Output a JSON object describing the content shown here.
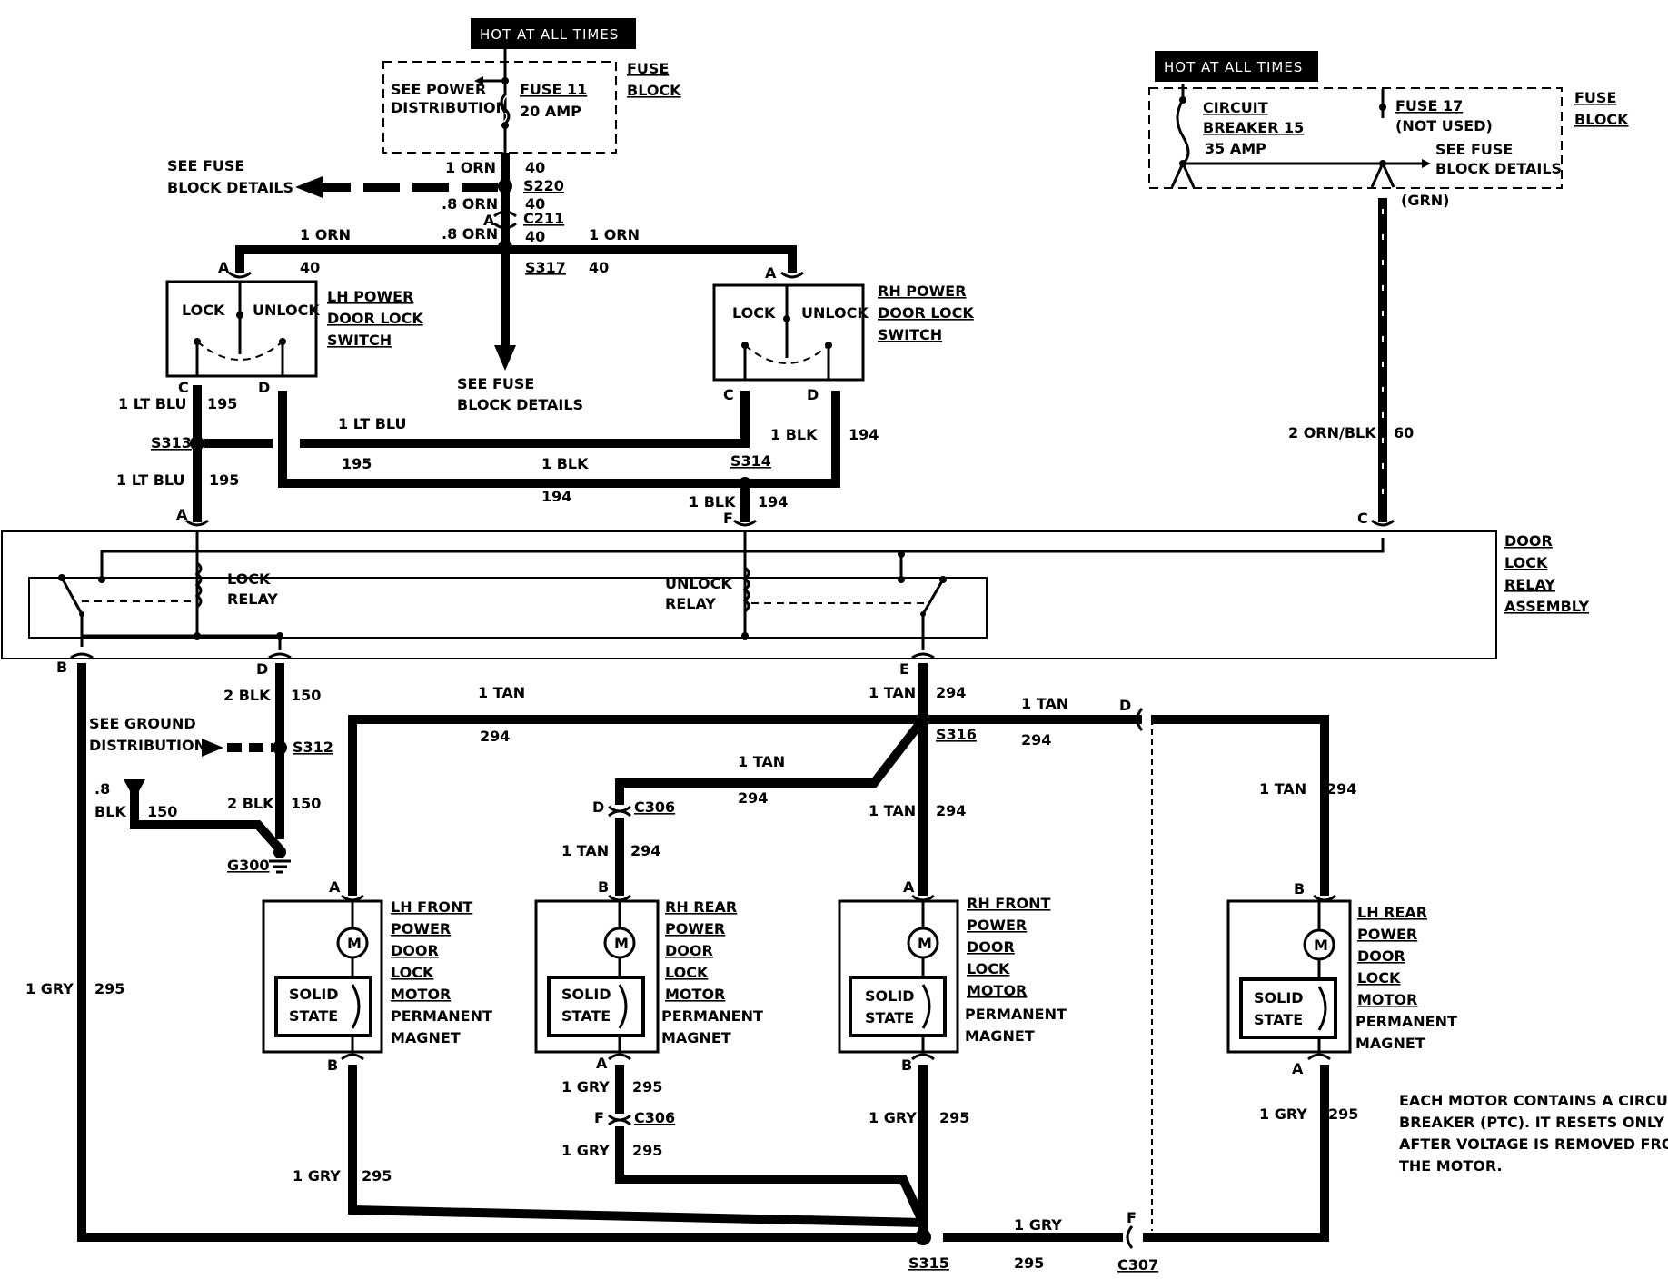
{
  "hot1": "HOT AT ALL TIMES",
  "hot2": "HOT AT ALL TIMES",
  "fb1": {
    "see_power": "SEE POWER",
    "distribution": "DISTRIBUTION",
    "fuse": "FUSE 11",
    "amp": "20 AMP",
    "fuse_lbl": "FUSE",
    "block_lbl": "BLOCK"
  },
  "fb2": {
    "circuit": "CIRCUIT",
    "breaker": "BREAKER 15",
    "amp": "35 AMP",
    "fuse17": "FUSE 17",
    "not_used": "(NOT USED)",
    "see_fuse": "SEE FUSE",
    "block_details": "BLOCK DETAILS",
    "fuse_lbl": "FUSE",
    "block_lbl": "BLOCK",
    "grn": "(GRN)"
  },
  "top": {
    "w1orn": "1 ORN",
    "c40a": "40",
    "s220": "S220",
    "w8orn1": ".8 ORN",
    "c40b": "40",
    "c211_a": "A",
    "c211": "C211",
    "w8orn2": ".8 ORN",
    "c40c": "40",
    "s317": "S317",
    "left_orn": "1 ORN",
    "left40": "40",
    "right_orn": "1 ORN",
    "right40": "40",
    "see_fuse_l1": "SEE FUSE",
    "see_fuse_l2": "BLOCK DETAILS",
    "see_fuse_c1": "SEE FUSE",
    "see_fuse_c2": "BLOCK DETAILS"
  },
  "lh_switch": {
    "lock": "LOCK",
    "unlock": "UNLOCK",
    "name1": "LH POWER",
    "name2": "DOOR LOCK",
    "name3": "SWITCH",
    "a": "A",
    "c": "C",
    "d": "D"
  },
  "rh_switch": {
    "lock": "LOCK",
    "unlock": "UNLOCK",
    "name1": "RH POWER",
    "name2": "DOOR LOCK",
    "name3": "SWITCH",
    "a": "A",
    "c": "C",
    "d": "D"
  },
  "mid": {
    "ltblu1": "1 LT BLU",
    "c195a": "195",
    "s313": "S313",
    "ltblu_h": "1 LT BLU",
    "c195h": "195",
    "blk_h": "1 BLK",
    "c194h": "194",
    "s314": "S314",
    "blk_r": "1 BLK",
    "c194r": "194",
    "ltblu2": "1 LT BLU",
    "c195b": "195",
    "blk_f": "1 BLK",
    "c194f": "194",
    "orn_blk": "2 ORN/BLK",
    "c60": "60"
  },
  "relay": {
    "a": "A",
    "f": "F",
    "c": "C",
    "b": "B",
    "d": "D",
    "e": "E",
    "lock1": "LOCK",
    "lock2": "RELAY",
    "unlock1": "UNLOCK",
    "unlock2": "RELAY",
    "name1": "DOOR",
    "name2": "LOCK",
    "name3": "RELAY",
    "name4": "ASSEMBLY"
  },
  "lower": {
    "blk2a": "2 BLK",
    "c150a": "150",
    "see_ground1": "SEE GROUND",
    "see_ground2": "DISTRIBUTION",
    "s312": "S312",
    "p8": ".8",
    "blk": "BLK",
    "c150b": "150",
    "blk2b": "2 BLK",
    "c150c": "150",
    "g300": "G300",
    "tan_l": "1 TAN",
    "c294_l": "294",
    "tan_e": "1 TAN",
    "c294_e": "294",
    "s316": "S316",
    "tan_r": "1 TAN",
    "c294_r": "294",
    "d_conn": "D",
    "tan_m": "1 TAN",
    "c294_m": "294",
    "c306d": "D",
    "c306": "C306",
    "tan_rr": "1 TAN",
    "c294_rr": "294",
    "tan_rf": "1 TAN",
    "c294_rf": "294",
    "tan_lr": "1 TAN",
    "c294_lr": "294",
    "gry_left": "1 GRY",
    "c295_left": "295",
    "gry_lf": "1 GRY",
    "c295_lf": "295",
    "gry_rr1": "1 GRY",
    "c295_rr1": "295",
    "c306f": "F",
    "c306b": "C306",
    "gry_rr2": "1 GRY",
    "c295_rr2": "295",
    "gry_rf": "1 GRY",
    "c295_rf": "295",
    "gry_lr": "1 GRY",
    "c295_lr": "295",
    "gry_bot": "1 GRY",
    "c295_bot": "295",
    "s315": "S315",
    "c307f": "F",
    "c307": "C307"
  },
  "motors": [
    {
      "n1": "LH FRONT",
      "n2": "POWER",
      "n3": "DOOR",
      "n4": "LOCK",
      "n5": "MOTOR",
      "n6": "PERMANENT",
      "n7": "MAGNET",
      "top": "A",
      "bot": "B"
    },
    {
      "n1": "RH REAR",
      "n2": "POWER",
      "n3": "DOOR",
      "n4": "LOCK",
      "n5": "MOTOR",
      "n6": "PERMANENT",
      "n7": "MAGNET",
      "top": "B",
      "bot": "A"
    },
    {
      "n1": "RH FRONT",
      "n2": "POWER",
      "n3": "DOOR",
      "n4": "LOCK",
      "n5": "MOTOR",
      "n6": "PERMANENT",
      "n7": "MAGNET",
      "top": "A",
      "bot": "B"
    },
    {
      "n1": "LH REAR",
      "n2": "POWER",
      "n3": "DOOR",
      "n4": "LOCK",
      "n5": "MOTOR",
      "n6": "PERMANENT",
      "n7": "MAGNET",
      "top": "B",
      "bot": "A"
    }
  ],
  "motor_m": "M",
  "solid1": "SOLID",
  "solid2": "STATE",
  "note": [
    "EACH MOTOR CONTAINS A CIRCUIT",
    "BREAKER (PTC).  IT RESETS ONLY",
    "AFTER VOLTAGE IS REMOVED FROM",
    "THE MOTOR."
  ]
}
